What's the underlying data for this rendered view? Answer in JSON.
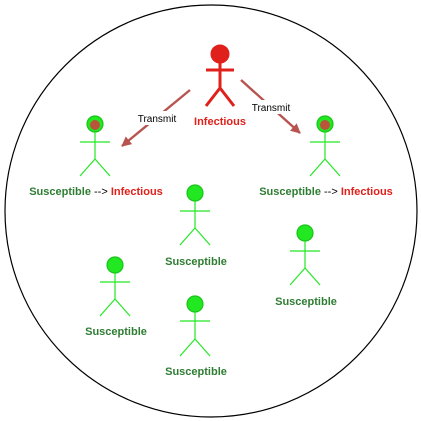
{
  "colors": {
    "infectious": "#e0201b",
    "susceptible_fill": "#22e822",
    "susceptible_stroke": "#19c419",
    "susceptible_text": "#2e7d32",
    "arrow": "#b85450",
    "transition_head": "#b8553a",
    "circle_stroke": "#000000"
  },
  "center": {
    "label": "Infectious"
  },
  "arrows": [
    {
      "label": "Transmit"
    },
    {
      "label": "Transmit"
    }
  ],
  "transition_people": [
    {
      "from": "Susceptible",
      "sep": " --> ",
      "to": "Infectious"
    },
    {
      "from": "Susceptible",
      "sep": " --> ",
      "to": "Infectious"
    }
  ],
  "susceptible_people": [
    {
      "label": "Susceptible"
    },
    {
      "label": "Susceptible"
    },
    {
      "label": "Susceptible"
    },
    {
      "label": "Susceptible"
    }
  ]
}
